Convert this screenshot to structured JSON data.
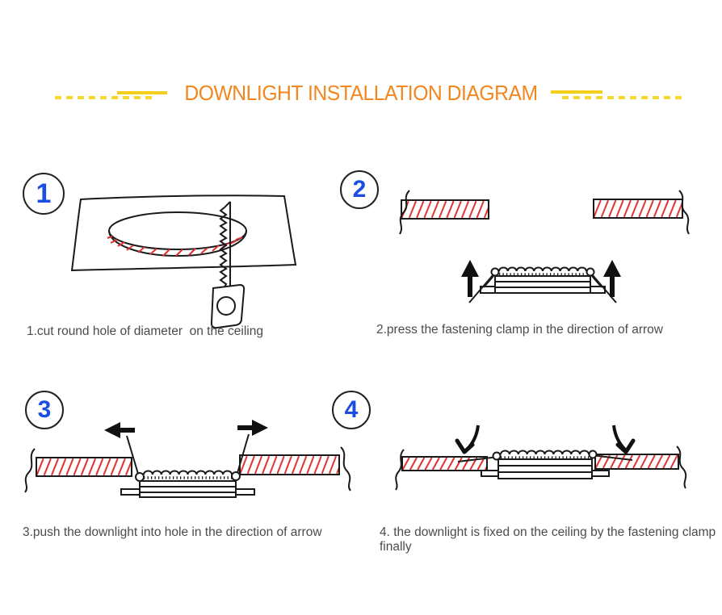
{
  "title": "DOWNLIGHT INSTALLATION DIAGRAM",
  "steps": [
    {
      "number": "1",
      "caption": "1.cut round hole of diameter  on the ceiling"
    },
    {
      "number": "2",
      "caption": "2.press the fastening clamp in the direction of arrow"
    },
    {
      "number": "3",
      "caption": "3.push the downlight into hole in the direction of arrow"
    },
    {
      "number": "4",
      "caption": "4. the downlight is fixed on the ceiling by the fastening clamp finally"
    }
  ],
  "icons": {
    "saw": "keyhole-saw cutting blade with handle",
    "up_arrow": "upward press arrow",
    "left_arrow": "leftward push arrow",
    "right_arrow": "rightward push arrow",
    "curved_down_arrow": "curved clamp-closing arrow"
  },
  "colors": {
    "title_orange": "#f2861f",
    "step_number_blue": "#1b4ee0",
    "ink": "#1a1a1a",
    "hatch_red": "#e03030",
    "caption_gray": "#4b4b4b",
    "yellow_solid": "#f2cf1d",
    "yellow_dashed": "#f7d831",
    "background": "#ffffff"
  }
}
